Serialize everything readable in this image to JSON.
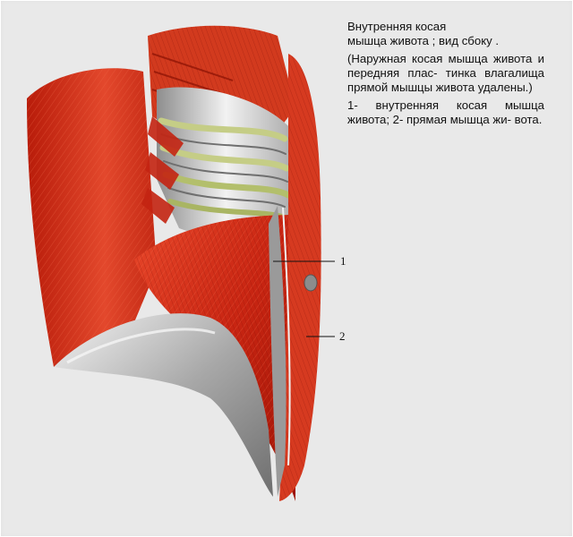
{
  "figure": {
    "caption_title": "Внутренняя  косая",
    "caption_view": "мышца живота ; вид  сбоку .",
    "caption_note": "(Наружная  косая  мышца живота  и  передняя  плас- тинка влагалища  прямой мышцы живота удалены.)",
    "caption_legend": "1- внутренняя   косая мышца живота;  2- прямая мышца жи- вота.",
    "labels": [
      {
        "id": "1",
        "text": "1"
      },
      {
        "id": "2",
        "text": "2"
      }
    ]
  },
  "colors": {
    "background": "#e9e9e9",
    "muscle_dark": "#b31a0a",
    "muscle_mid": "#d8341c",
    "muscle_light": "#ec5a3a",
    "bone_light": "#eeeeee",
    "cartilage": "#b9c27a",
    "skin_gray": "#8f8f8f"
  }
}
